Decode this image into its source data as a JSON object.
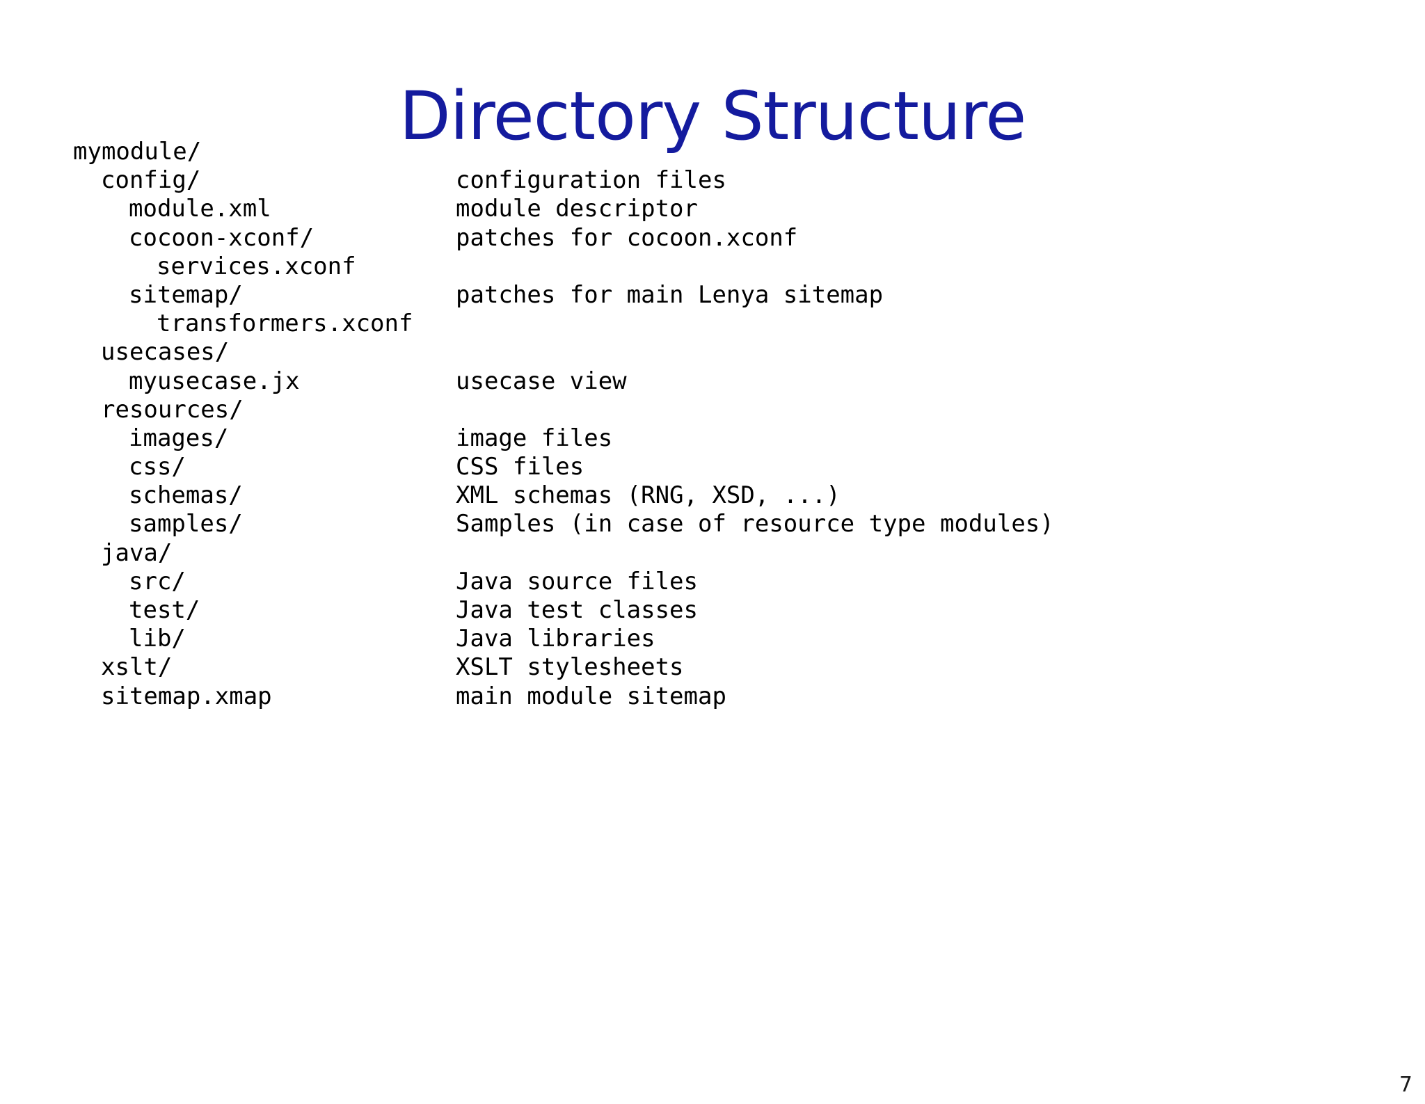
{
  "slide": {
    "title": "Directory Structure",
    "title_color": "#141b9e",
    "background_color": "#ffffff",
    "text_color": "#000000",
    "page_number": "7"
  },
  "directory_tree": {
    "columns": [
      "path",
      "description"
    ],
    "rows": [
      {
        "indent": 0,
        "path": "mymodule/",
        "description": ""
      },
      {
        "indent": 1,
        "path": "config/",
        "description": "configuration files"
      },
      {
        "indent": 2,
        "path": "module.xml",
        "description": "module descriptor"
      },
      {
        "indent": 2,
        "path": "cocoon-xconf/",
        "description": "patches for cocoon.xconf"
      },
      {
        "indent": 3,
        "path": "services.xconf",
        "description": ""
      },
      {
        "indent": 2,
        "path": "sitemap/",
        "description": "patches for main Lenya sitemap"
      },
      {
        "indent": 3,
        "path": "transformers.xconf",
        "description": ""
      },
      {
        "indent": 1,
        "path": "usecases/",
        "description": ""
      },
      {
        "indent": 2,
        "path": "myusecase.jx",
        "description": "usecase view"
      },
      {
        "indent": 1,
        "path": "resources/",
        "description": ""
      },
      {
        "indent": 2,
        "path": "images/",
        "description": "image files"
      },
      {
        "indent": 2,
        "path": "css/",
        "description": "CSS files"
      },
      {
        "indent": 2,
        "path": "schemas/",
        "description": "XML schemas (RNG, XSD, ...)"
      },
      {
        "indent": 2,
        "path": "samples/",
        "description": "Samples (in case of resource type modules)"
      },
      {
        "indent": 1,
        "path": "java/",
        "description": ""
      },
      {
        "indent": 2,
        "path": "src/",
        "description": "Java source files"
      },
      {
        "indent": 2,
        "path": "test/",
        "description": "Java test classes"
      },
      {
        "indent": 2,
        "path": "lib/",
        "description": "Java libraries"
      },
      {
        "indent": 1,
        "path": "xslt/",
        "description": "XSLT stylesheets"
      },
      {
        "indent": 1,
        "path": "sitemap.xmap",
        "description": "main module sitemap"
      }
    ]
  }
}
